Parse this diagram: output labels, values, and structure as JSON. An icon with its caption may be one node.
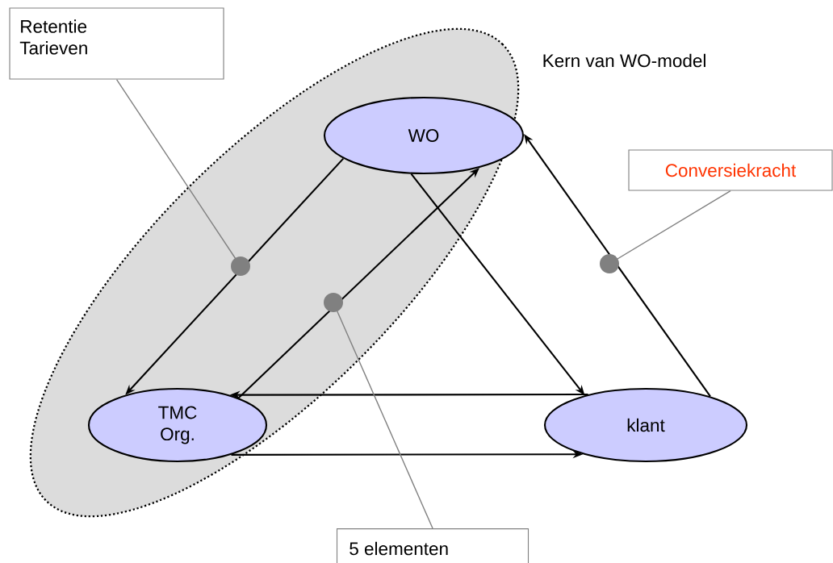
{
  "diagram": {
    "nodes": [
      {
        "text": [
          "Kern van WO-model"
        ]
      },
      {
        "text": [
          "WO"
        ],
        "in": 0
      },
      {
        "text": [
          "TMC Org."
        ],
        "in": 0
      },
      {
        "text": [
          "klant"
        ]
      },
      {
        "text": [
          "Retentie Tarieven"
        ]
      },
      {
        "text": [
          "Conversiekracht"
        ]
      },
      {
        "text": [
          "5 elementen"
        ]
      }
    ],
    "edges": [
      {
        "from": 1,
        "to": 2,
        "arrow": "to"
      },
      {
        "from": 2,
        "to": 1,
        "arrow": "to"
      },
      {
        "from": 1,
        "to": 3,
        "arrow": "to"
      },
      {
        "from": 3,
        "to": 1,
        "arrow": "to"
      },
      {
        "from": 3,
        "to": 2,
        "arrow": "to"
      },
      {
        "from": 2,
        "to": 3,
        "arrow": "to"
      },
      {
        "from": 4,
        "to": null,
        "arrow": "other",
        "color": "#808080"
      },
      {
        "from": 6,
        "to": null,
        "arrow": "other",
        "color": "#808080"
      },
      {
        "from": 5,
        "to": null,
        "arrow": "other",
        "color": "#808080"
      }
    ]
  }
}
